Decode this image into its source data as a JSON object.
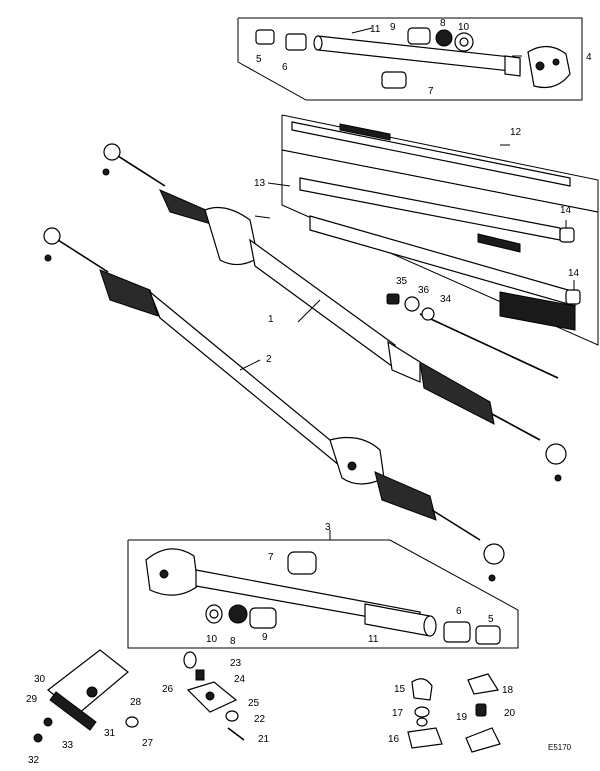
{
  "figure_code": "E5170",
  "callouts": [
    "1",
    "2",
    "3",
    "4",
    "5",
    "6",
    "7",
    "8",
    "9",
    "10",
    "11",
    "12",
    "13",
    "14",
    "14",
    "15",
    "16",
    "17",
    "18",
    "19",
    "20",
    "21",
    "22",
    "23",
    "24",
    "25",
    "26",
    "27",
    "28",
    "29",
    "30",
    "31",
    "32",
    "33",
    "34",
    "35",
    "36",
    "5",
    "6",
    "7",
    "8",
    "9",
    "10",
    "11"
  ]
}
